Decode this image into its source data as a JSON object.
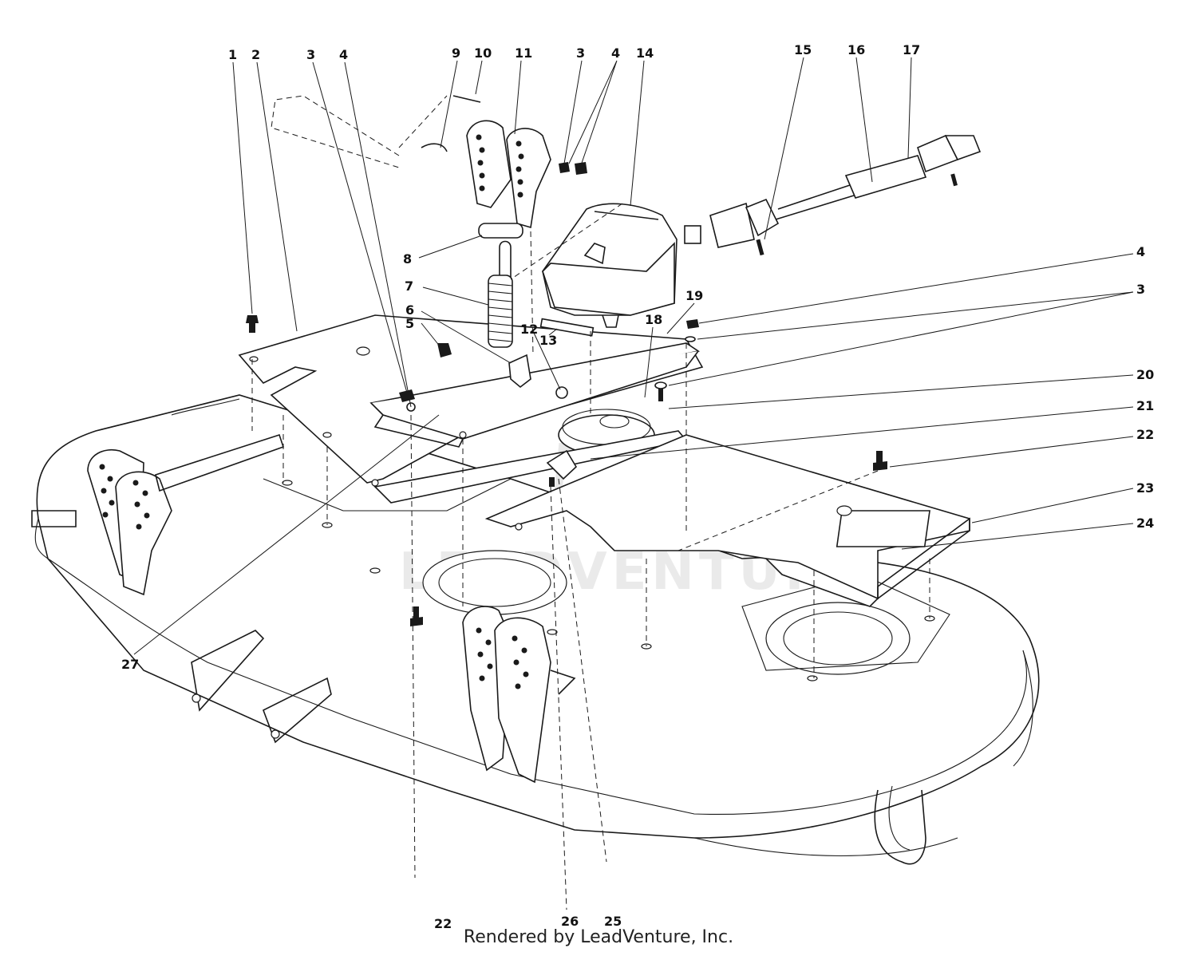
{
  "footer": {
    "text": "Rendered by LeadVenture, Inc."
  },
  "watermark": {
    "text": "LEADVENTURE"
  },
  "callouts": [
    "1",
    "2",
    "3",
    "4",
    "9",
    "10",
    "11",
    "3",
    "4",
    "14",
    "15",
    "16",
    "17",
    "8",
    "7",
    "6",
    "5",
    "12",
    "13",
    "19",
    "18",
    "4",
    "3",
    "20",
    "21",
    "22",
    "23",
    "24",
    "27",
    "22",
    "26",
    "25"
  ]
}
